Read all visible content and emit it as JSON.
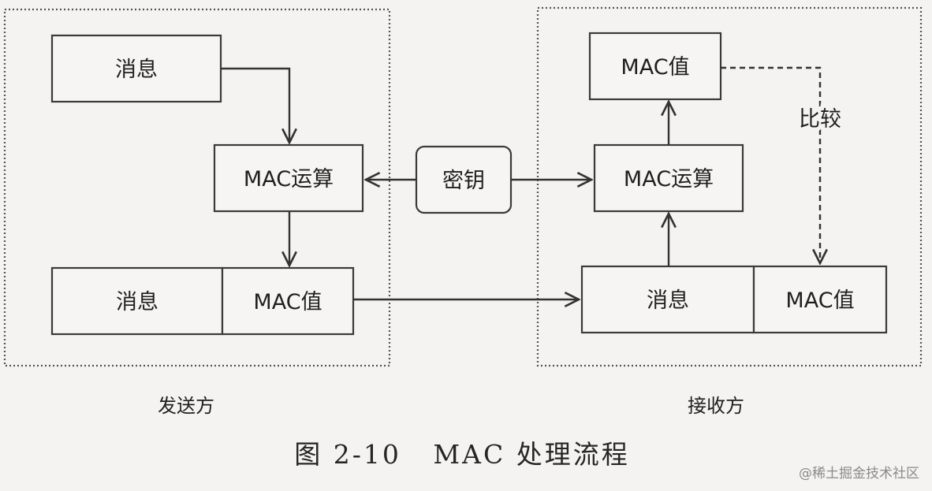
{
  "sender": {
    "region_label": "发送方",
    "message_box": "消息",
    "mac_compute_box": "MAC运算",
    "output_message": "消息",
    "output_mac": "MAC值"
  },
  "key_box": "密钥",
  "receiver": {
    "region_label": "接收方",
    "mac_value_box": "MAC值",
    "mac_compute_box": "MAC运算",
    "received_message": "消息",
    "received_mac": "MAC值",
    "compare_label": "比较"
  },
  "caption": "图 2-10   MAC 处理流程",
  "watermark": "@稀土掘金技术社区"
}
